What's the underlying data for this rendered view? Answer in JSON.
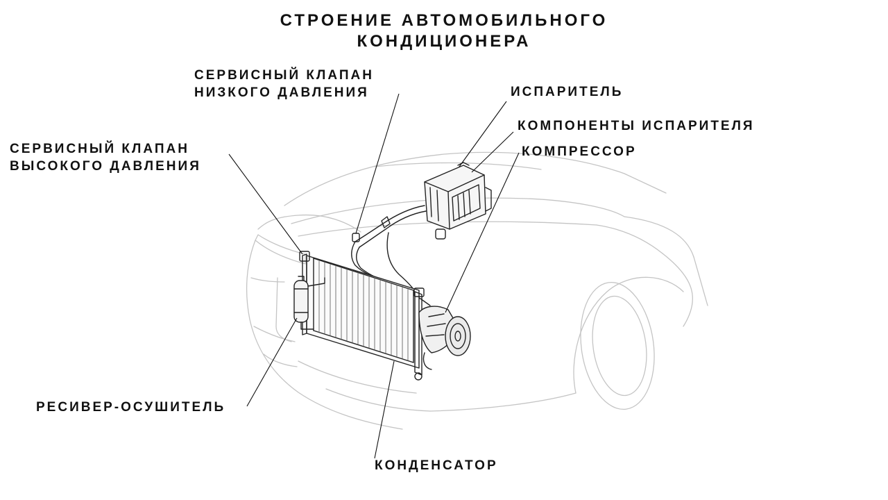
{
  "title": {
    "line1": "СТРОЕНИЕ АВТОМОБИЛЬНОГО",
    "line2": "КОНДИЦИОНЕРА"
  },
  "labels": {
    "low_pressure_valve": {
      "line1": "СЕРВИСНЫЙ КЛАПАН",
      "line2": "НИЗКОГО ДАВЛЕНИЯ"
    },
    "high_pressure_valve": {
      "line1": "СЕРВИСНЫЙ КЛАПАН",
      "line2": "ВЫСОКОГО ДАВЛЕНИЯ"
    },
    "evaporator": "ИСПАРИТЕЛЬ",
    "evaporator_components": "КОМПОНЕНТЫ ИСПАРИТЕЛЯ",
    "compressor": "КОМПРЕССОР",
    "receiver_dryer": "РЕСИВЕР-ОСУШИТЕЛЬ",
    "condenser": "КОНДЕНСАТОР"
  }
}
